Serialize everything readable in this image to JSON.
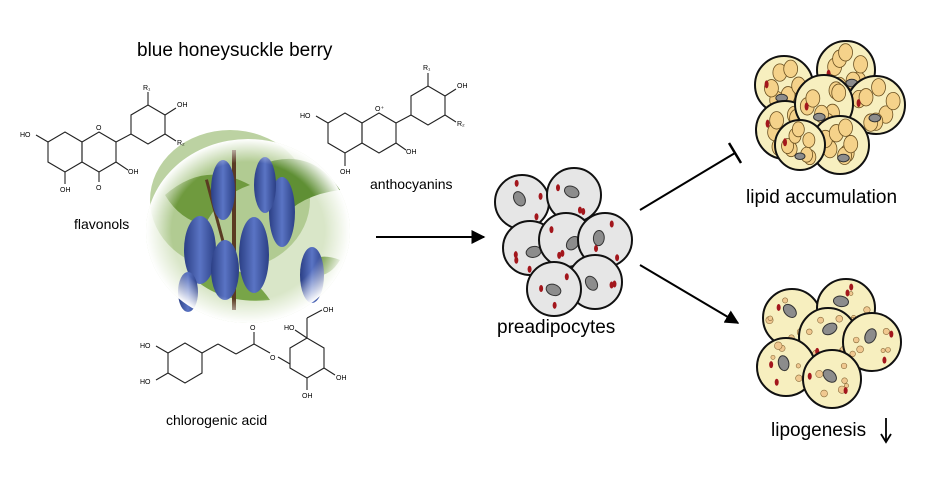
{
  "title": "blue honeysuckle berry",
  "compounds": {
    "flavonols": "flavonols",
    "anthocyanins": "anthocyanins",
    "chlorogenic_acid": "chlorogenic acid"
  },
  "cells": {
    "preadipocytes": "preadipocytes",
    "lipid_accumulation": "lipid accumulation",
    "lipogenesis": "lipogenesis"
  },
  "atoms": {
    "oh": "OH",
    "ho": "HO",
    "o": "O",
    "oplus": "O⁺",
    "r1": "R₁",
    "r2": "R₂"
  },
  "colors": {
    "cell_fill_pre": "#e6e6e6",
    "cell_fill_mature": "#f7efbf",
    "lipid_droplet": "#f5d28a",
    "nucleus": "#8c8c8c",
    "red_dot": "#a3161c",
    "berry_blue": "#3f5aa6"
  },
  "icons": {
    "arrow": "right-arrow-icon",
    "inhibit": "inhibition-bar-icon",
    "down": "down-arrow-icon"
  }
}
